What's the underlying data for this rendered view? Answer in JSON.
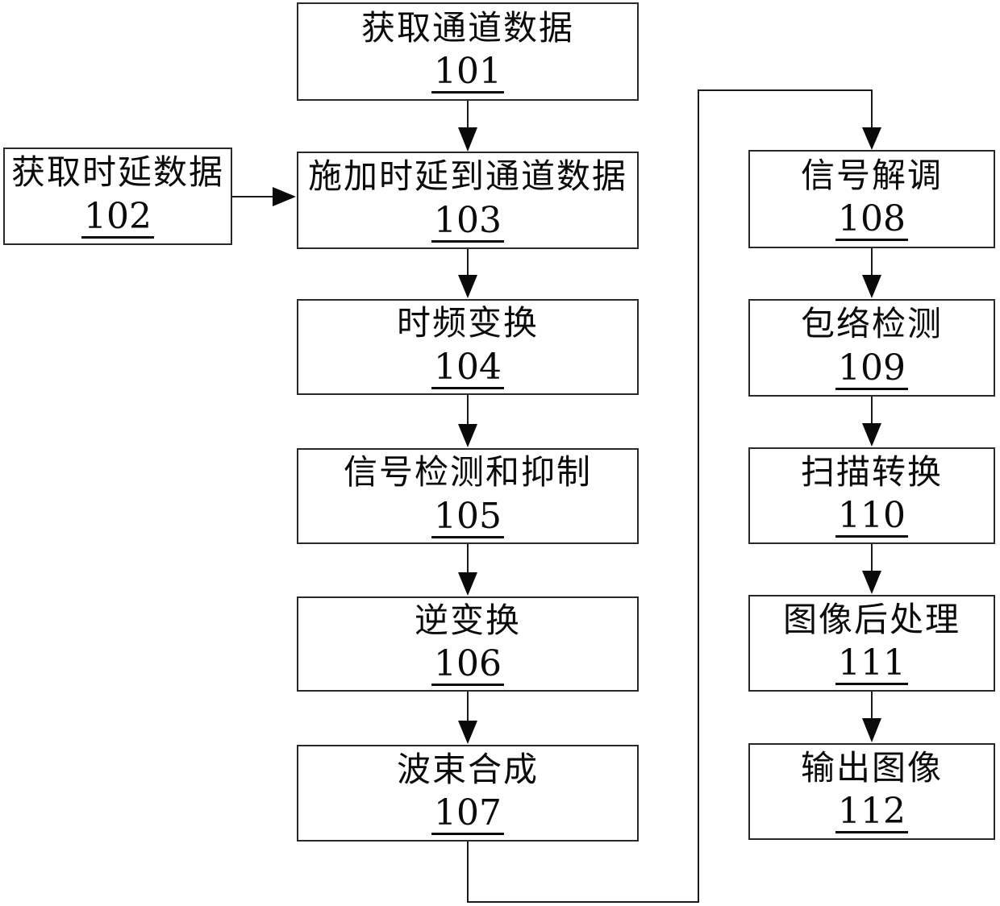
{
  "figure": {
    "type": "flowchart",
    "nodes": [
      {
        "id": "101",
        "label": "获取通道数据"
      },
      {
        "id": "102",
        "label": "获取时延数据"
      },
      {
        "id": "103",
        "label": "施加时延到通道数据"
      },
      {
        "id": "104",
        "label": "时频变换"
      },
      {
        "id": "105",
        "label": "信号检测和抑制"
      },
      {
        "id": "106",
        "label": "逆变换"
      },
      {
        "id": "107",
        "label": "波束合成"
      },
      {
        "id": "108",
        "label": "信号解调"
      },
      {
        "id": "109",
        "label": "包络检测"
      },
      {
        "id": "110",
        "label": "扫描转换"
      },
      {
        "id": "111",
        "label": "图像后处理"
      },
      {
        "id": "112",
        "label": "输出图像"
      }
    ],
    "edges": [
      {
        "from": "101",
        "to": "103"
      },
      {
        "from": "102",
        "to": "103"
      },
      {
        "from": "103",
        "to": "104"
      },
      {
        "from": "104",
        "to": "105"
      },
      {
        "from": "105",
        "to": "106"
      },
      {
        "from": "106",
        "to": "107"
      },
      {
        "from": "107",
        "to": "108"
      },
      {
        "from": "108",
        "to": "109"
      },
      {
        "from": "109",
        "to": "110"
      },
      {
        "from": "110",
        "to": "111"
      },
      {
        "from": "111",
        "to": "112"
      }
    ],
    "colors": {
      "background": "#ffffff",
      "line": "#1a1a1a",
      "box_border": "#2a2a2a",
      "text": "#0a0a0a"
    }
  }
}
